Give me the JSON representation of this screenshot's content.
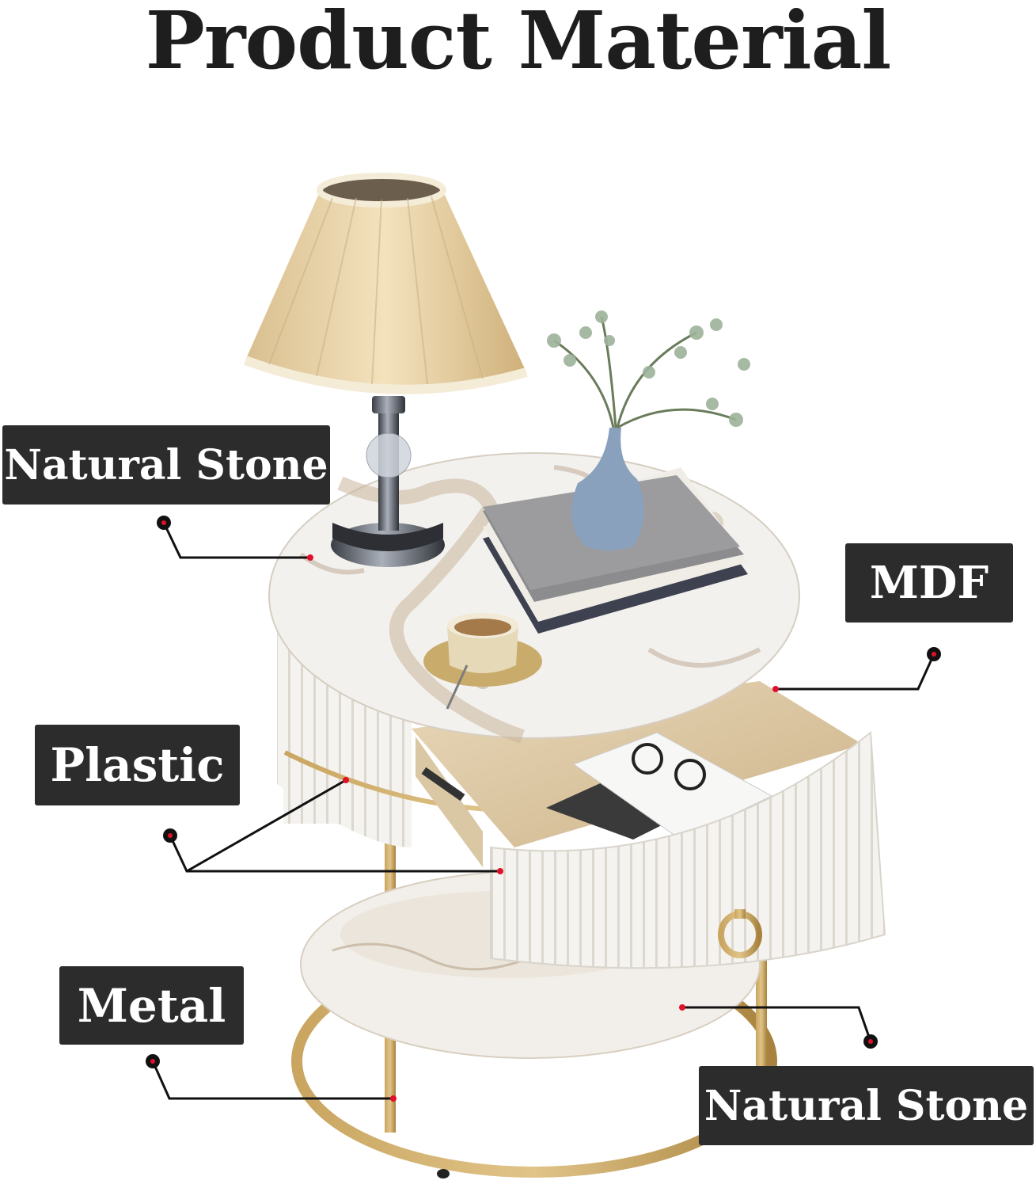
{
  "title": "Product Material",
  "labels": {
    "top_stone": "Natural Stone",
    "mdf": "MDF",
    "plastic": "Plastic",
    "metal": "Metal",
    "bottom_stone": "Natural Stone"
  },
  "colors": {
    "label_bg": "#2c2c2c",
    "pointer_dot": "#e0102a",
    "gold_frame": "#b8924c",
    "drawer_white": "#f4f2ee",
    "lampshade": "#e8d3a8"
  }
}
